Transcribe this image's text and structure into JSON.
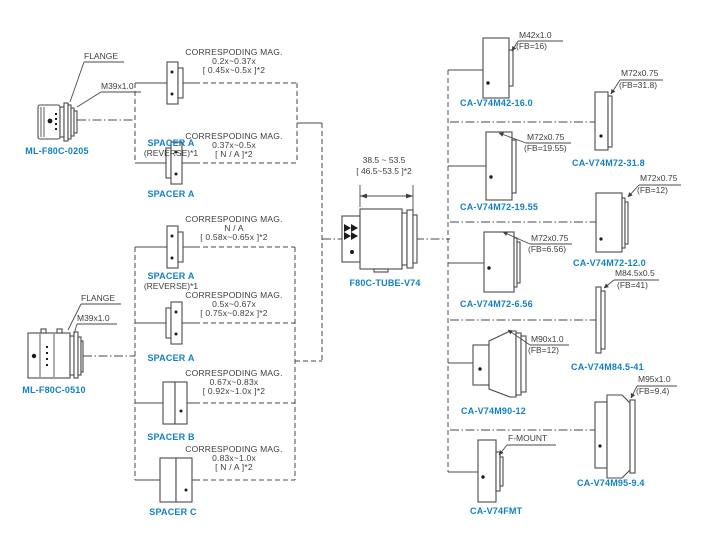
{
  "colors": {
    "accent_blue": "#1181c5",
    "text_dark": "#3d3d3d",
    "line": "#4a4a4a"
  },
  "left": {
    "camera1": {
      "name": "ML-F80C-0205",
      "flange_label": "FLANGE",
      "thread_label": "M39x1.0"
    },
    "camera2": {
      "name": "ML-F80C-0510",
      "flange_label": "FLANGE",
      "thread_label": "M39x1.0"
    }
  },
  "spacers": [
    {
      "label": "SPACER A",
      "note": "(REVERSE)*1",
      "mag_title": "CORRESPODING MAG.",
      "mag_range": "0.2x~0.37x",
      "mag_alt": "[ 0.45x~0.5x ]*2"
    },
    {
      "label": "SPACER A",
      "note": "",
      "mag_title": "CORRESPODING MAG.",
      "mag_range": "0.37x~0.5x",
      "mag_alt": "[ N / A ]*2"
    },
    {
      "label": "SPACER A",
      "note": "(REVERSE)*1",
      "mag_title": "CORRESPODING MAG.",
      "mag_range": "N / A",
      "mag_alt": "[ 0.58x~0.65x ]*2"
    },
    {
      "label": "SPACER A",
      "note": "",
      "mag_title": "CORRESPODING MAG.",
      "mag_range": "0.5x~0.67x",
      "mag_alt": "[ 0.75x~0.82x ]*2"
    },
    {
      "label": "SPACER B",
      "note": "",
      "mag_title": "CORRESPODING MAG.",
      "mag_range": "0.67x~0.83x",
      "mag_alt": "[ 0.92x~1.0x ]*2"
    },
    {
      "label": "SPACER C",
      "note": "",
      "mag_title": "CORRESPODING MAG.",
      "mag_range": "0.83x~1.0x",
      "mag_alt": "[ N / A ]*2"
    }
  ],
  "tube": {
    "name": "F80C-TUBE-V74",
    "dim_range": "38.5 ~ 53.5",
    "dim_alt": "[ 46.5~53.5 ]*2"
  },
  "adapters_inner": [
    {
      "name": "CA-V74M42-16.0",
      "thread": "M42x1.0",
      "fb": "(FB=16)"
    },
    {
      "name": "CA-V74M72-19.55",
      "thread": "M72x0.75",
      "fb": "(FB=19.55)"
    },
    {
      "name": "CA-V74M72-6.56",
      "thread": "M72x0.75",
      "fb": "(FB=6.56)"
    },
    {
      "name": "CA-V74M90-12",
      "thread": "M90x1.0",
      "fb": "(FB=12)"
    },
    {
      "name": "CA-V74FMT",
      "thread": "F-MOUNT",
      "fb": ""
    }
  ],
  "adapters_outer": [
    {
      "name": "CA-V74M72-31.8",
      "thread": "M72x0.75",
      "fb": "(FB=31.8)"
    },
    {
      "name": "CA-V74M72-12.0",
      "thread": "M72x0.75",
      "fb": "(FB=12)"
    },
    {
      "name": "CA-V74M84.5-41",
      "thread": "M84.5x0.5",
      "fb": "(FB=41)"
    },
    {
      "name": "CA-V74M95-9.4",
      "thread": "M95x1.0",
      "fb": "(FB=9.4)"
    }
  ]
}
